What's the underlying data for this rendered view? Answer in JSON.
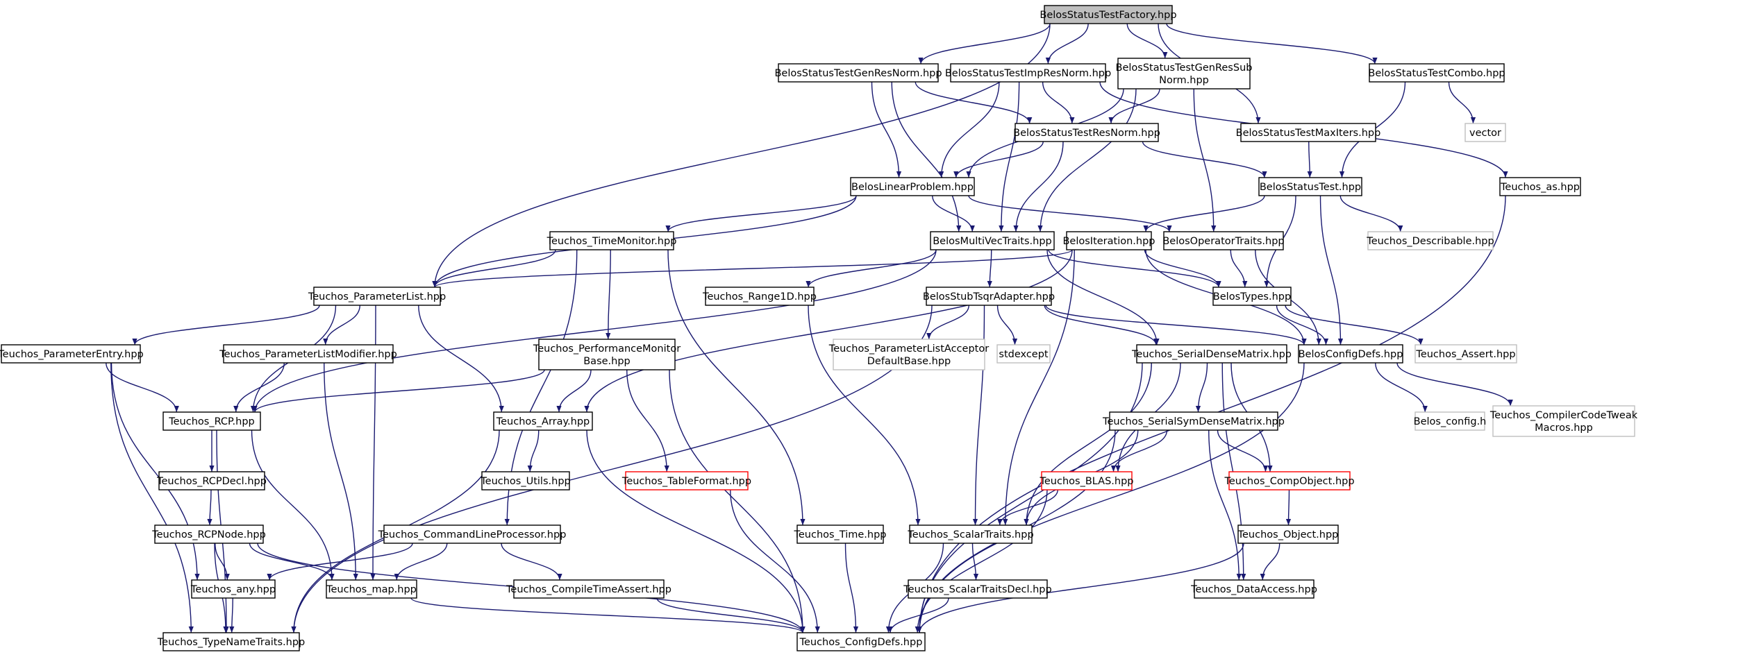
{
  "diagram": {
    "nodes": [
      {
        "id": "factory",
        "lines": [
          "BelosStatusTestFactory.hpp"
        ],
        "style": "root"
      },
      {
        "id": "genresnorm",
        "lines": [
          "BelosStatusTestGenResNorm.hpp"
        ],
        "style": "normal"
      },
      {
        "id": "impresnorm",
        "lines": [
          "BelosStatusTestImpResNorm.hpp"
        ],
        "style": "normal"
      },
      {
        "id": "genressub",
        "lines": [
          "BelosStatusTestGenResSub",
          "Norm.hpp"
        ],
        "style": "normal"
      },
      {
        "id": "combo",
        "lines": [
          "BelosStatusTestCombo.hpp"
        ],
        "style": "normal"
      },
      {
        "id": "vector",
        "lines": [
          "vector"
        ],
        "style": "ext"
      },
      {
        "id": "resnorm",
        "lines": [
          "BelosStatusTestResNorm.hpp"
        ],
        "style": "normal"
      },
      {
        "id": "maxiters",
        "lines": [
          "BelosStatusTestMaxIters.hpp"
        ],
        "style": "normal"
      },
      {
        "id": "as",
        "lines": [
          "Teuchos_as.hpp"
        ],
        "style": "normal"
      },
      {
        "id": "linprob",
        "lines": [
          "BelosLinearProblem.hpp"
        ],
        "style": "normal"
      },
      {
        "id": "statustest",
        "lines": [
          "BelosStatusTest.hpp"
        ],
        "style": "normal"
      },
      {
        "id": "timemon",
        "lines": [
          "Teuchos_TimeMonitor.hpp"
        ],
        "style": "normal"
      },
      {
        "id": "mvtraits",
        "lines": [
          "BelosMultiVecTraits.hpp"
        ],
        "style": "normal"
      },
      {
        "id": "iteration",
        "lines": [
          "BelosIteration.hpp"
        ],
        "style": "normal"
      },
      {
        "id": "optraits",
        "lines": [
          "BelosOperatorTraits.hpp"
        ],
        "style": "normal"
      },
      {
        "id": "describable",
        "lines": [
          "Teuchos_Describable.hpp"
        ],
        "style": "ext"
      },
      {
        "id": "paramlist",
        "lines": [
          "Teuchos_ParameterList.hpp"
        ],
        "style": "normal"
      },
      {
        "id": "range1d",
        "lines": [
          "Teuchos_Range1D.hpp"
        ],
        "style": "normal"
      },
      {
        "id": "tsqr",
        "lines": [
          "BelosStubTsqrAdapter.hpp"
        ],
        "style": "normal"
      },
      {
        "id": "belostypes",
        "lines": [
          "BelosTypes.hpp"
        ],
        "style": "normal"
      },
      {
        "id": "paramentry",
        "lines": [
          "Teuchos_ParameterEntry.hpp"
        ],
        "style": "normal"
      },
      {
        "id": "plmod",
        "lines": [
          "Teuchos_ParameterListModifier.hpp"
        ],
        "style": "normal"
      },
      {
        "id": "perfmon",
        "lines": [
          "Teuchos_PerformanceMonitor",
          "Base.hpp"
        ],
        "style": "normal"
      },
      {
        "id": "placceptor",
        "lines": [
          "Teuchos_ParameterListAcceptor",
          "DefaultBase.hpp"
        ],
        "style": "ext"
      },
      {
        "id": "stdexcept",
        "lines": [
          "stdexcept"
        ],
        "style": "ext"
      },
      {
        "id": "sdm",
        "lines": [
          "Teuchos_SerialDenseMatrix.hpp"
        ],
        "style": "normal"
      },
      {
        "id": "configdefs_belos",
        "lines": [
          "BelosConfigDefs.hpp"
        ],
        "style": "normal"
      },
      {
        "id": "assert",
        "lines": [
          "Teuchos_Assert.hpp"
        ],
        "style": "ext"
      },
      {
        "id": "rcp",
        "lines": [
          "Teuchos_RCP.hpp"
        ],
        "style": "normal"
      },
      {
        "id": "array",
        "lines": [
          "Teuchos_Array.hpp"
        ],
        "style": "normal"
      },
      {
        "id": "ssdm",
        "lines": [
          "Teuchos_SerialSymDenseMatrix.hpp"
        ],
        "style": "normal"
      },
      {
        "id": "belosconfig",
        "lines": [
          "Belos_config.h"
        ],
        "style": "ext"
      },
      {
        "id": "cctm",
        "lines": [
          "Teuchos_CompilerCodeTweak",
          "Macros.hpp"
        ],
        "style": "ext"
      },
      {
        "id": "rcpdecl",
        "lines": [
          "Teuchos_RCPDecl.hpp"
        ],
        "style": "normal"
      },
      {
        "id": "utils",
        "lines": [
          "Teuchos_Utils.hpp"
        ],
        "style": "normal"
      },
      {
        "id": "tableformat",
        "lines": [
          "Teuchos_TableFormat.hpp"
        ],
        "style": "red"
      },
      {
        "id": "blas",
        "lines": [
          "Teuchos_BLAS.hpp"
        ],
        "style": "red"
      },
      {
        "id": "compobj",
        "lines": [
          "Teuchos_CompObject.hpp"
        ],
        "style": "red"
      },
      {
        "id": "rcpnode",
        "lines": [
          "Teuchos_RCPNode.hpp"
        ],
        "style": "normal"
      },
      {
        "id": "clp",
        "lines": [
          "Teuchos_CommandLineProcessor.hpp"
        ],
        "style": "normal"
      },
      {
        "id": "time",
        "lines": [
          "Teuchos_Time.hpp"
        ],
        "style": "normal"
      },
      {
        "id": "scalartraits",
        "lines": [
          "Teuchos_ScalarTraits.hpp"
        ],
        "style": "normal"
      },
      {
        "id": "object",
        "lines": [
          "Teuchos_Object.hpp"
        ],
        "style": "normal"
      },
      {
        "id": "any",
        "lines": [
          "Teuchos_any.hpp"
        ],
        "style": "normal"
      },
      {
        "id": "map",
        "lines": [
          "Teuchos_map.hpp"
        ],
        "style": "normal"
      },
      {
        "id": "cta",
        "lines": [
          "Teuchos_CompileTimeAssert.hpp"
        ],
        "style": "normal"
      },
      {
        "id": "stdecl",
        "lines": [
          "Teuchos_ScalarTraitsDecl.hpp"
        ],
        "style": "normal"
      },
      {
        "id": "dataaccess",
        "lines": [
          "Teuchos_DataAccess.hpp"
        ],
        "style": "normal"
      },
      {
        "id": "typenametraits",
        "lines": [
          "Teuchos_TypeNameTraits.hpp"
        ],
        "style": "normal"
      },
      {
        "id": "configdefs",
        "lines": [
          "Teuchos_ConfigDefs.hpp"
        ],
        "style": "normal"
      }
    ],
    "edges": [
      [
        "factory",
        "genresnorm"
      ],
      [
        "factory",
        "impresnorm"
      ],
      [
        "factory",
        "genressub"
      ],
      [
        "factory",
        "combo"
      ],
      [
        "factory",
        "maxiters"
      ],
      [
        "factory",
        "paramlist"
      ],
      [
        "genresnorm",
        "resnorm"
      ],
      [
        "genresnorm",
        "linprob"
      ],
      [
        "genresnorm",
        "mvtraits"
      ],
      [
        "impresnorm",
        "resnorm"
      ],
      [
        "impresnorm",
        "linprob"
      ],
      [
        "impresnorm",
        "mvtraits"
      ],
      [
        "impresnorm",
        "as"
      ],
      [
        "genressub",
        "resnorm"
      ],
      [
        "genressub",
        "linprob"
      ],
      [
        "genressub",
        "mvtraits"
      ],
      [
        "genressub",
        "optraits"
      ],
      [
        "combo",
        "vector"
      ],
      [
        "combo",
        "statustest"
      ],
      [
        "resnorm",
        "linprob"
      ],
      [
        "resnorm",
        "mvtraits"
      ],
      [
        "resnorm",
        "statustest"
      ],
      [
        "maxiters",
        "statustest"
      ],
      [
        "as",
        "configdefs"
      ],
      [
        "linprob",
        "timemon"
      ],
      [
        "linprob",
        "mvtraits"
      ],
      [
        "linprob",
        "optraits"
      ],
      [
        "linprob",
        "paramlist"
      ],
      [
        "statustest",
        "iteration"
      ],
      [
        "statustest",
        "describable"
      ],
      [
        "statustest",
        "belostypes"
      ],
      [
        "statustest",
        "configdefs_belos"
      ],
      [
        "timemon",
        "paramlist"
      ],
      [
        "timemon",
        "perfmon"
      ],
      [
        "timemon",
        "time"
      ],
      [
        "timemon",
        "clp"
      ],
      [
        "mvtraits",
        "belostypes"
      ],
      [
        "mvtraits",
        "range1d"
      ],
      [
        "mvtraits",
        "tsqr"
      ],
      [
        "mvtraits",
        "sdm"
      ],
      [
        "mvtraits",
        "rcp"
      ],
      [
        "iteration",
        "belostypes"
      ],
      [
        "iteration",
        "configdefs_belos"
      ],
      [
        "iteration",
        "scalartraits"
      ],
      [
        "iteration",
        "paramlist"
      ],
      [
        "iteration",
        "array"
      ],
      [
        "optraits",
        "belostypes"
      ],
      [
        "optraits",
        "configdefs_belos"
      ],
      [
        "paramlist",
        "paramentry"
      ],
      [
        "paramlist",
        "plmod"
      ],
      [
        "paramlist",
        "rcp"
      ],
      [
        "paramlist",
        "array"
      ],
      [
        "paramlist",
        "map"
      ],
      [
        "range1d",
        "scalartraits"
      ],
      [
        "tsqr",
        "placceptor"
      ],
      [
        "tsqr",
        "stdexcept"
      ],
      [
        "tsqr",
        "sdm"
      ],
      [
        "tsqr",
        "configdefs_belos"
      ],
      [
        "tsqr",
        "typenametraits"
      ],
      [
        "tsqr",
        "scalartraits"
      ],
      [
        "belostypes",
        "configdefs_belos"
      ],
      [
        "belostypes",
        "assert"
      ],
      [
        "paramentry",
        "rcp"
      ],
      [
        "paramentry",
        "any"
      ],
      [
        "paramentry",
        "typenametraits"
      ],
      [
        "plmod",
        "rcp"
      ],
      [
        "plmod",
        "map"
      ],
      [
        "perfmon",
        "rcp"
      ],
      [
        "perfmon",
        "array"
      ],
      [
        "perfmon",
        "tableformat"
      ],
      [
        "perfmon",
        "configdefs"
      ],
      [
        "sdm",
        "ssdm"
      ],
      [
        "sdm",
        "blas"
      ],
      [
        "sdm",
        "compobj"
      ],
      [
        "sdm",
        "scalartraits"
      ],
      [
        "sdm",
        "dataaccess"
      ],
      [
        "sdm",
        "configdefs"
      ],
      [
        "configdefs_belos",
        "belosconfig"
      ],
      [
        "configdefs_belos",
        "cctm"
      ],
      [
        "configdefs_belos",
        "configdefs"
      ],
      [
        "rcp",
        "rcpdecl"
      ],
      [
        "rcp",
        "map"
      ],
      [
        "rcp",
        "typenametraits"
      ],
      [
        "array",
        "utils"
      ],
      [
        "array",
        "configdefs"
      ],
      [
        "array",
        "typenametraits"
      ],
      [
        "ssdm",
        "blas"
      ],
      [
        "ssdm",
        "compobj"
      ],
      [
        "ssdm",
        "scalartraits"
      ],
      [
        "ssdm",
        "dataaccess"
      ],
      [
        "ssdm",
        "configdefs"
      ],
      [
        "rcpdecl",
        "rcpnode"
      ],
      [
        "tableformat",
        "configdefs"
      ],
      [
        "blas",
        "scalartraits"
      ],
      [
        "blas",
        "configdefs"
      ],
      [
        "compobj",
        "object"
      ],
      [
        "rcpnode",
        "any"
      ],
      [
        "rcpnode",
        "map"
      ],
      [
        "rcpnode",
        "typenametraits"
      ],
      [
        "rcpnode",
        "configdefs"
      ],
      [
        "clp",
        "any"
      ],
      [
        "clp",
        "map"
      ],
      [
        "clp",
        "cta"
      ],
      [
        "time",
        "configdefs"
      ],
      [
        "scalartraits",
        "stdecl"
      ],
      [
        "scalartraits",
        "configdefs"
      ],
      [
        "object",
        "dataaccess"
      ],
      [
        "object",
        "configdefs"
      ],
      [
        "any",
        "typenametraits"
      ],
      [
        "map",
        "configdefs"
      ],
      [
        "cta",
        "configdefs"
      ],
      [
        "stdecl",
        "configdefs"
      ]
    ]
  }
}
